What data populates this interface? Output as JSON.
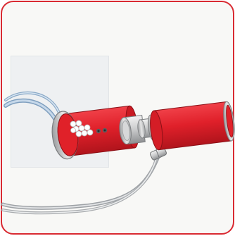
{
  "illustration": {
    "subject": "fiber-optic-connector-assembly",
    "colors": {
      "frame_border": "#d92a32",
      "frame_fill": "#f8f8f6",
      "panel": "#eef0f2",
      "connector_red": "#e0202a",
      "connector_red_dark": "#b0141c",
      "metal": "#c9cacb",
      "metal_dark": "#8e9092",
      "cable_blue": "#9ebbd8",
      "cable_gray": "#b9bcbf"
    },
    "icons": [
      "connector-body",
      "ferrule-bundle",
      "cable-loop",
      "cable-clip"
    ]
  }
}
